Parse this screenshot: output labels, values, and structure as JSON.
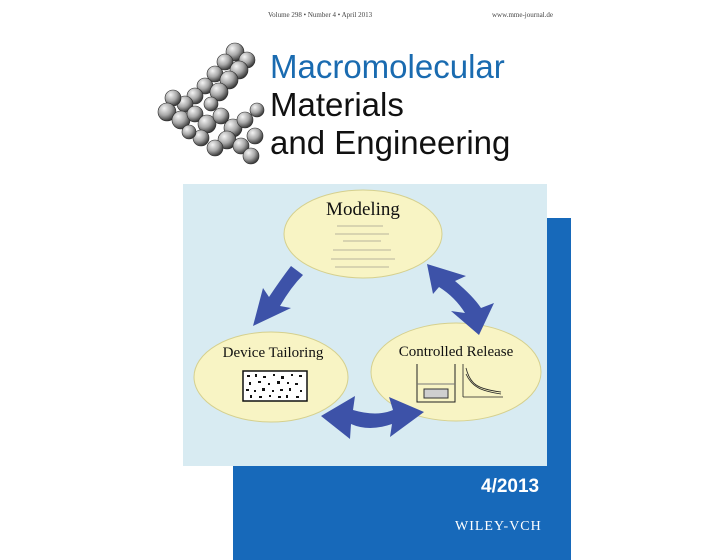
{
  "header": {
    "volume_line": "Volume 298 • Number 4 • April 2013",
    "website": "www.mme-journal.de"
  },
  "journal": {
    "title_line1": "Macromolecular",
    "title_line2": "Materials",
    "title_line3": "and Engineering"
  },
  "artwork": {
    "modeling": "Modeling",
    "device_tailoring": "Device Tailoring",
    "controlled_release": "Controlled Release"
  },
  "footer": {
    "issue": "4/2013",
    "publisher": "WILEY-VCH"
  },
  "colors": {
    "brand_blue": "#1769ba",
    "title_blue": "#1a6bb0",
    "art_background": "#d8ebf2",
    "ellipse_fill": "#f8f4c4",
    "arrow_blue": "#3d52a8"
  },
  "icons": [
    "molecule-logo",
    "cycle-arrow",
    "porous-device-graphic",
    "release-beaker-graphic",
    "release-curve-plot"
  ]
}
